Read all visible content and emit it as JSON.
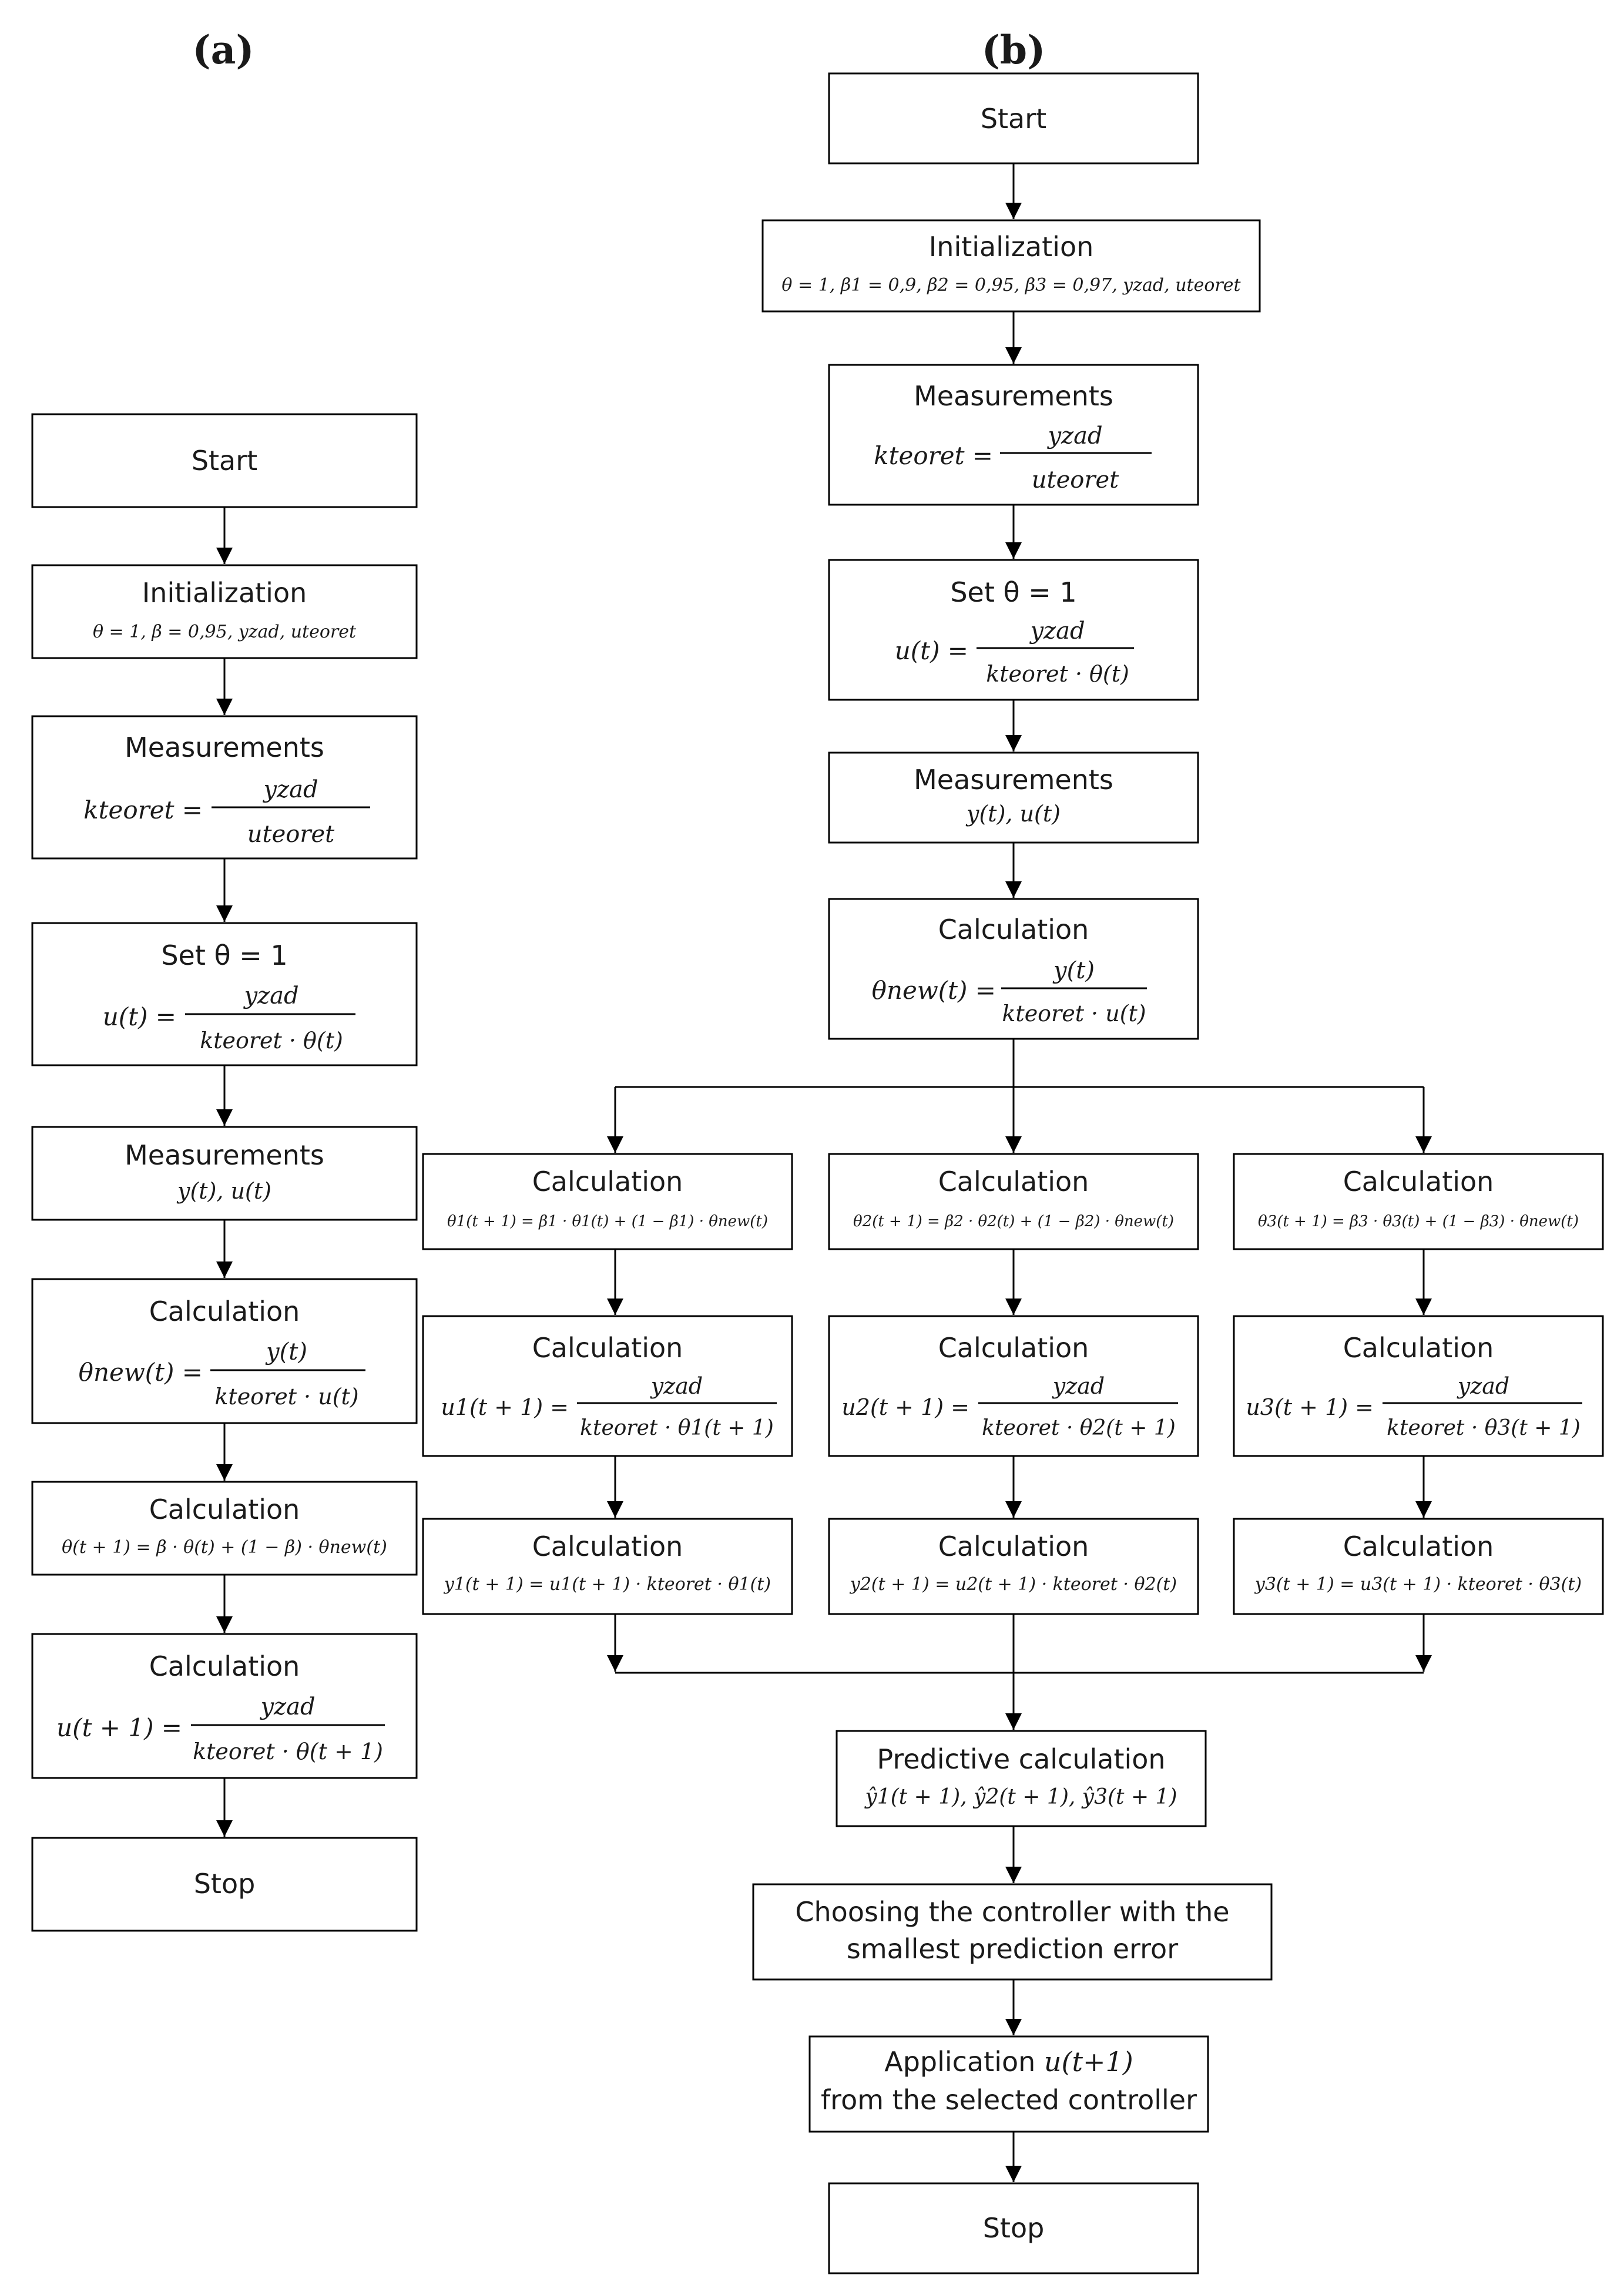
{
  "panels": {
    "a": {
      "label": "(a)",
      "start": "Start",
      "init": {
        "title": "Initialization",
        "params": "θ = 1, β = 0,95, yzad, uteoret"
      },
      "meas1": {
        "title": "Measurements",
        "lhs": "kteoret =",
        "num": "yzad",
        "den": "uteoret"
      },
      "set": {
        "title": "Set θ = 1",
        "lhs": "u(t) =",
        "num": "yzad",
        "den": "kteoret · θ(t)"
      },
      "meas2": {
        "title": "Measurements",
        "vars": "y(t), u(t)"
      },
      "calc1": {
        "title": "Calculation",
        "lhs": "θnew(t) =",
        "num": "y(t)",
        "den": "kteoret · u(t)"
      },
      "calc2": {
        "title": "Calculation",
        "formula": "θ(t + 1) = β · θ(t) + (1 − β) · θnew(t)"
      },
      "calc3": {
        "title": "Calculation",
        "lhs": "u(t + 1) =",
        "num": "yzad",
        "den": "kteoret · θ(t + 1)"
      },
      "stop": "Stop"
    },
    "b": {
      "label": "(b)",
      "start": "Start",
      "init": {
        "title": "Initialization",
        "params": "θ = 1, β1 = 0,9, β2 = 0,95, β3 = 0,97, yzad, uteoret"
      },
      "meas1": {
        "title": "Measurements",
        "lhs": "kteoret =",
        "num": "yzad",
        "den": "uteoret"
      },
      "set": {
        "title": "Set θ = 1",
        "lhs": "u(t) =",
        "num": "yzad",
        "den": "kteoret · θ(t)"
      },
      "meas2": {
        "title": "Measurements",
        "vars": "y(t), u(t)"
      },
      "calc": {
        "title": "Calculation",
        "lhs": "θnew(t) =",
        "num": "y(t)",
        "den": "kteoret · u(t)"
      },
      "branches": [
        {
          "theta": {
            "title": "Calculation",
            "formula": "θ1(t + 1) = β1 · θ1(t) + (1 − β1) · θnew(t)"
          },
          "u": {
            "title": "Calculation",
            "lhs": "u1(t + 1) =",
            "num": "yzad",
            "den": "kteoret · θ1(t + 1)"
          },
          "y": {
            "title": "Calculation",
            "formula": "y1(t + 1) = u1(t + 1) · kteoret · θ1(t)"
          }
        },
        {
          "theta": {
            "title": "Calculation",
            "formula": "θ2(t + 1) = β2 · θ2(t) + (1 − β2) · θnew(t)"
          },
          "u": {
            "title": "Calculation",
            "lhs": "u2(t + 1) =",
            "num": "yzad",
            "den": "kteoret · θ2(t + 1)"
          },
          "y": {
            "title": "Calculation",
            "formula": "y2(t + 1) = u2(t + 1) · kteoret · θ2(t)"
          }
        },
        {
          "theta": {
            "title": "Calculation",
            "formula": "θ3(t + 1) = β3 · θ3(t) + (1 − β3) · θnew(t)"
          },
          "u": {
            "title": "Calculation",
            "lhs": "u3(t + 1) =",
            "num": "yzad",
            "den": "kteoret · θ3(t + 1)"
          },
          "y": {
            "title": "Calculation",
            "formula": "y3(t + 1) = u3(t + 1) · kteoret · θ3(t)"
          }
        }
      ],
      "predict": {
        "title": "Predictive calculation",
        "formula": "ŷ1(t + 1), ŷ2(t + 1), ŷ3(t + 1)"
      },
      "choose": {
        "line1": "Choosing the controller with the",
        "line2": "smallest prediction error"
      },
      "apply": {
        "line1": "Application",
        "var": "u(t+1)",
        "line2": "from the selected controller"
      },
      "stop": "Stop"
    }
  }
}
